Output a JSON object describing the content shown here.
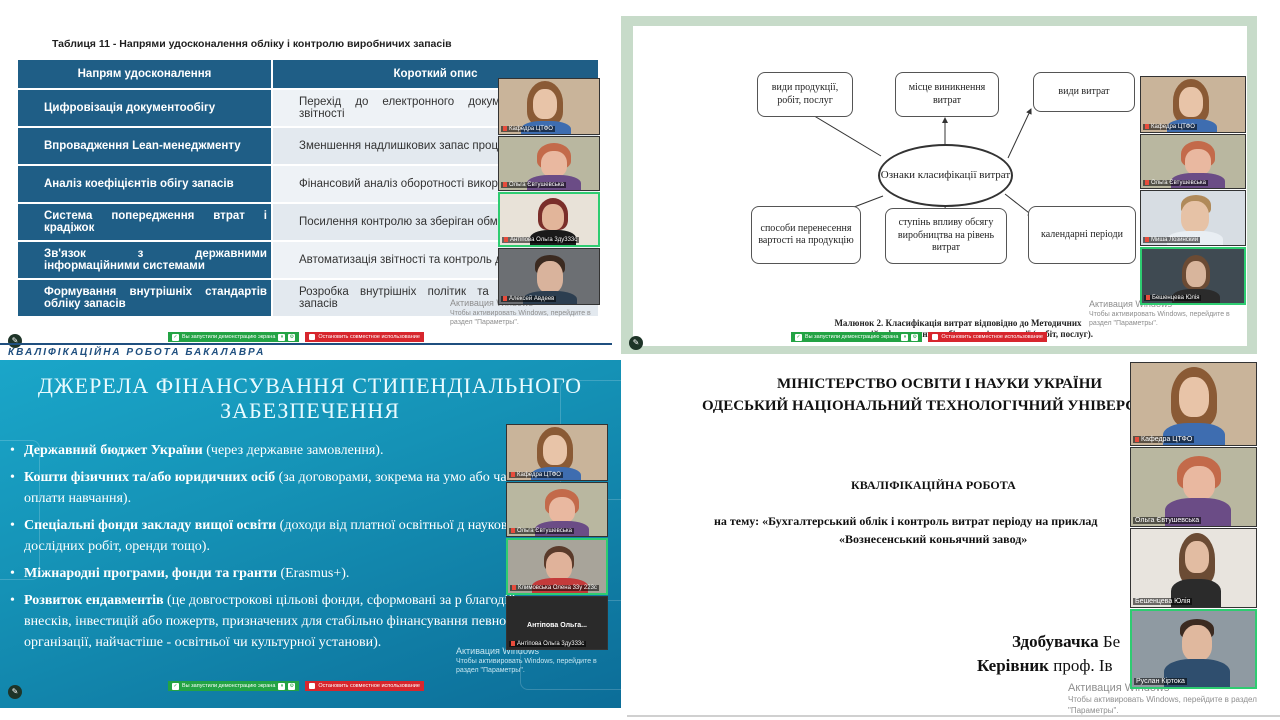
{
  "q1": {
    "table_title": "Таблиця  11 - Напрями удосконалення обліку і контролю виробничих запасів",
    "headers": [
      "Напрям удосконалення",
      "Короткий опис"
    ],
    "rows": [
      {
        "dir": "Цифровізація документообігу",
        "desc": "Перехід до електронного документо паперової звітності"
      },
      {
        "dir": "Впровадження Lean-менеджменту",
        "desc": "Зменшення надлишкових запас процесів зберігання"
      },
      {
        "dir": "Аналіз коефіцієнтів обігу запасів",
        "desc": "Фінансовий аналіз оборотності використання запасів"
      },
      {
        "dir": "Система попередження втрат і крадіжок",
        "desc": "Посилення контролю за зберіган обмеження доступу"
      },
      {
        "dir": "Зв'язок з державними інформаційними системами",
        "desc": "Автоматизація звітності та контроль державні системи"
      },
      {
        "dir": "Формування внутрішніх стандартів обліку запасів",
        "desc": "Розробка внутрішніх політик та но специфічних запасів"
      }
    ],
    "footer_subtitle": "КВАЛІФІКАЦІЙНА РОБОТА БАКАЛАВРА",
    "activation": "Активация Windows",
    "activation_sub": "Чтобы активировать Windows, перейдите в раздел \"Параметры\".",
    "tiles": [
      "Кафедра ЦТФО",
      "Ольга Євтушевська",
      "Антіпова Ольга 3ду333с",
      "Алексей Авдеев"
    ]
  },
  "share_bar": {
    "demo": "Вы запустили демонстрацию экрана",
    "stop": "Остановить совместное использование"
  },
  "q2": {
    "box1": "види продукції, робіт, послуг",
    "box2": "місце виникнення витрат",
    "box3": "види витрат",
    "center": "Ознаки класифікації витрат",
    "box4": "способи перенесення вартості на продукцію",
    "box5": "ступінь впливу обсягу виробництва на рівень витрат",
    "box6": "календарні періоди",
    "caption": "Малюнок 2. Класифікація витрат  відповідно до Методичних рекомендацій з формування собівартості продукції (робіт, послуг).",
    "activation": "Активация Windows",
    "activation_sub": "Чтобы активировать Windows, перейдите в раздел \"Параметры\".",
    "tiles": [
      "Кафедра ЦТФО",
      "Ольга Євтушевська",
      "Миша Лозинский",
      "Бешенцева Юлія"
    ]
  },
  "q3": {
    "title": "ДЖЕРЕЛА ФІНАНСУВАННЯ СТИПЕНДІАЛЬНОГО ЗАБЕЗПЕЧЕННЯ",
    "bullets": [
      {
        "b": "Державний бюджет України",
        "t": " (через державне замовлення)."
      },
      {
        "b": "Кошти фізичних та/або юридичних осіб",
        "t": " (за договорами, зокрема на умо або часткової оплати навчання)."
      },
      {
        "b": "Спеціальні фонди закладу вищої освіти",
        "t": " (доходи від платної освітньої д науково-дослідних робіт, оренди тощо)."
      },
      {
        "b": "Міжнародні програми, фонди та гранти",
        "t": " (Erasmus+)."
      },
      {
        "b": "Розвиток ендавментів",
        "t": " (це довгострокові цільові фонди, сформовані за р благодійних внесків, інвестицій або пожертв, призначених для стабільно фінансування певної організації, найчастіше - освітньої чи культурної установи)."
      }
    ],
    "activation": "Активация Windows",
    "activation_sub": "Чтобы активировать Windows, перейдите в раздел \"Параметры\".",
    "tiles": [
      "Кафедра ЦТФО",
      "Ольга Євтушевська",
      "Климовська Олена 33у 223с",
      "Антіпова Ольга...",
      "Антіпова Ольга 3ду333с"
    ]
  },
  "q4": {
    "ministry": "МІНІСТЕРСТВО ОСВІТИ І НАУКИ УКРАЇНИ",
    "university": "ОДЕСЬКИЙ НАЦІОНАЛЬНИЙ ТЕХНОЛОГІЧНИЙ УНІВЕРС",
    "work": "КВАЛІФІКАЦІЙНА  РОБОТА",
    "topic": "на тему: «Бухгалтерський облік і контроль витрат  періоду на приклад",
    "topic2": "«Вознесенський коньячний  завод»",
    "student_lbl": "Здобувачка",
    "student_val": "Бе",
    "sup_lbl": "Керівник",
    "sup_val": "проф. Ів",
    "activation": "Активация Windows",
    "activation_sub": "Чтобы активировать Windows, перейдите в раздел \"Параметры\".",
    "tiles": [
      "Кафедра ЦТФО",
      "Ольга Євтушевська",
      "Бешенцева Юлія",
      "Руслан Кіртока"
    ]
  }
}
